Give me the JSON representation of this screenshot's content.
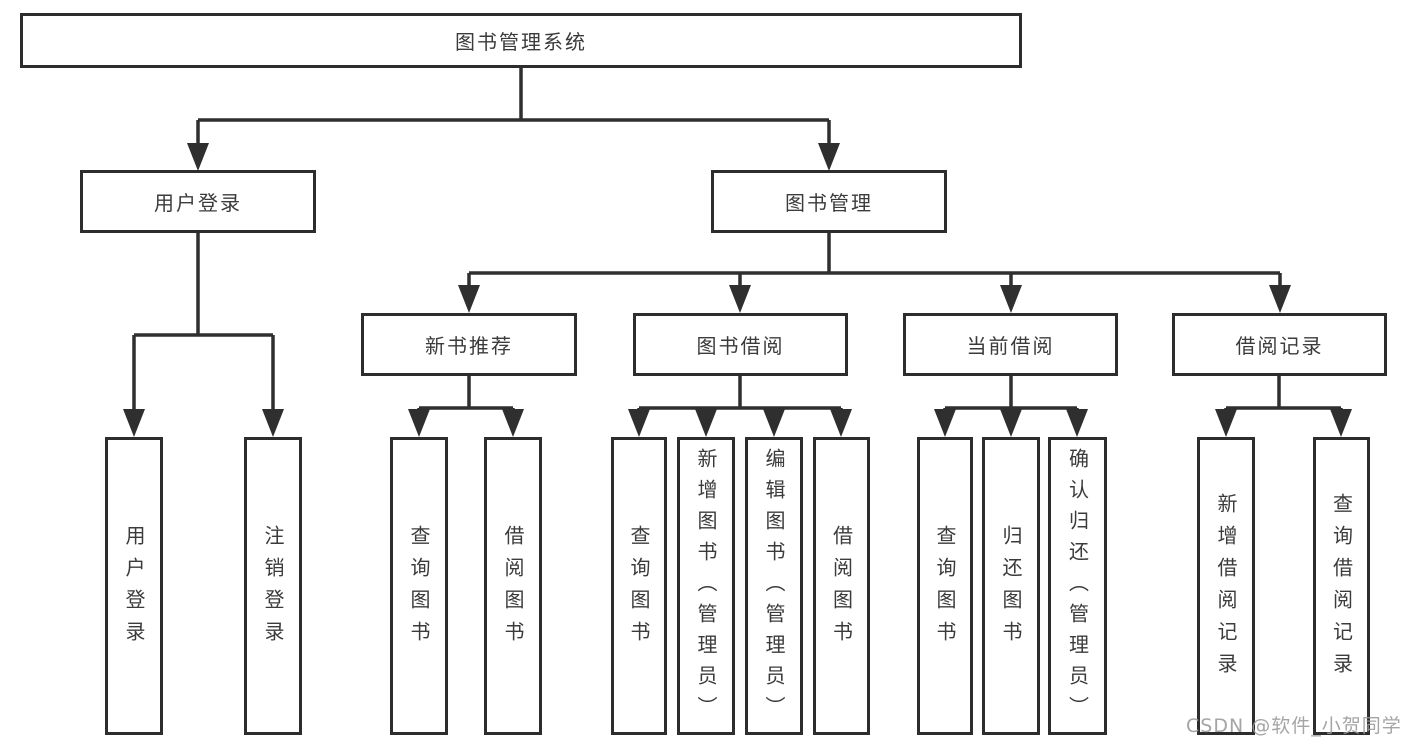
{
  "diagram": {
    "root": {
      "label": "图书管理系统",
      "children": [
        {
          "label": "用户登录",
          "children": [
            {
              "label": "用户登录"
            },
            {
              "label": "注销登录"
            }
          ]
        },
        {
          "label": "图书管理",
          "children": [
            {
              "label": "新书推荐",
              "children": [
                {
                  "label": "查询图书"
                },
                {
                  "label": "借阅图书"
                }
              ]
            },
            {
              "label": "图书借阅",
              "children": [
                {
                  "label": "查询图书"
                },
                {
                  "label": "新增图书（管理员）"
                },
                {
                  "label": "编辑图书（管理员）"
                },
                {
                  "label": "借阅图书"
                }
              ]
            },
            {
              "label": "当前借阅",
              "children": [
                {
                  "label": "查询图书"
                },
                {
                  "label": "归还图书"
                },
                {
                  "label": "确认归还（管理员）"
                }
              ]
            },
            {
              "label": "借阅记录",
              "children": [
                {
                  "label": "新增借阅记录"
                },
                {
                  "label": "查询借阅记录"
                }
              ]
            }
          ]
        }
      ]
    }
  },
  "watermark": {
    "text": "CSDN @软件_小贺同学"
  },
  "colors": {
    "line": "#2f2f2f",
    "box_border": "#2d2d2d",
    "text": "#3b3b3b",
    "watermark": "#9b9b9b",
    "background": "#ffffff"
  }
}
